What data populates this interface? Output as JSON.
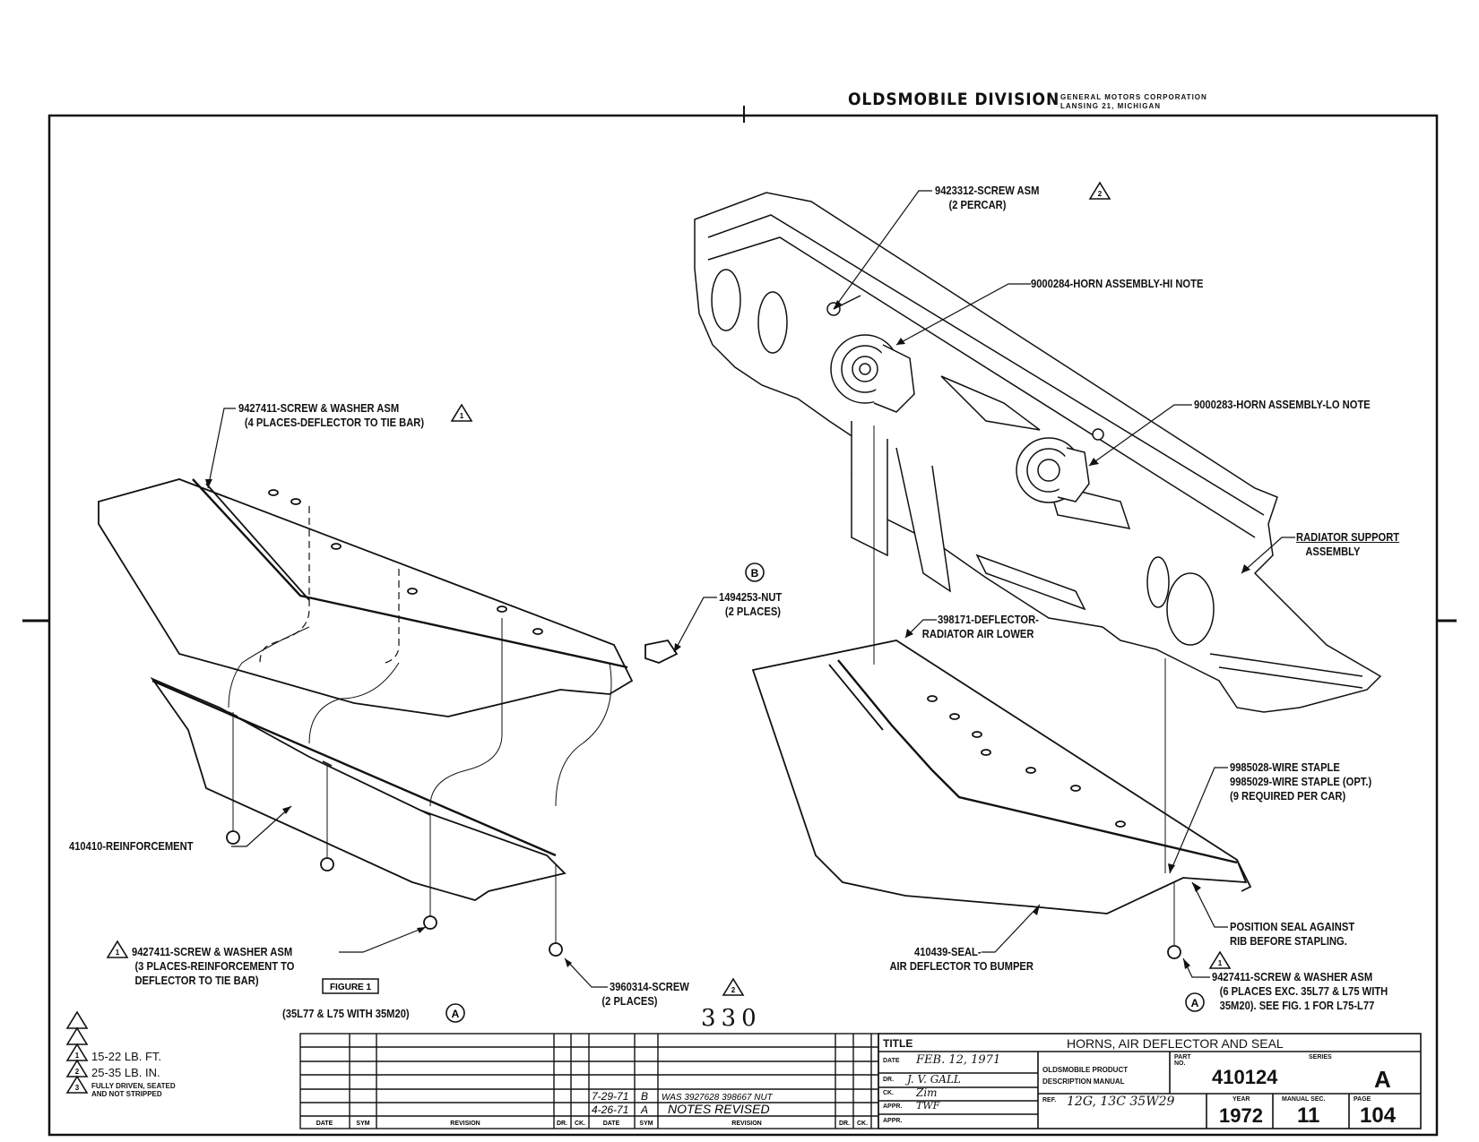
{
  "header": {
    "division": "OLDSMOBILE DIVISION",
    "corp_line1": "GENERAL MOTORS CORPORATION",
    "corp_line2": "LANSING 21, MICHIGAN"
  },
  "callouts": {
    "c1": {
      "line1": "9423312-SCREW ASM",
      "line2": "(2 PERCAR)"
    },
    "c2": {
      "line1": "9000284-HORN ASSEMBLY-HI NOTE"
    },
    "c3": {
      "line1": "9000283-HORN ASSEMBLY-LO NOTE"
    },
    "c4": {
      "line1": "RADIATOR SUPPORT",
      "line2": "ASSEMBLY"
    },
    "c5": {
      "line1": "398171-DEFLECTOR-",
      "line2": "RADIATOR AIR LOWER"
    },
    "c6": {
      "line1": "9985028-WIRE STAPLE",
      "line2": "9985029-WIRE STAPLE (OPT.)",
      "line3": "(9 REQUIRED PER CAR)"
    },
    "c7": {
      "line1": "POSITION SEAL AGAINST",
      "line2": "RIB BEFORE STAPLING."
    },
    "c8": {
      "line1": "410439-SEAL-",
      "line2": "AIR DEFLECTOR TO BUMPER"
    },
    "c9": {
      "line1": "9427411-SCREW & WASHER ASM",
      "line2": "(6 PLACES EXC. 35L77 & L75 WITH",
      "line3": "35M20). SEE FIG. 1 FOR L75-L77"
    },
    "c10": {
      "line1": "9427411-SCREW & WASHER ASM",
      "line2": "(4 PLACES-DEFLECTOR TO TIE BAR)"
    },
    "c11": {
      "line1": "1494253-NUT",
      "line2": "(2 PLACES)"
    },
    "c12": {
      "line1": "410410-REINFORCEMENT"
    },
    "c13": {
      "line1": "9427411-SCREW & WASHER ASM",
      "line2": "(3 PLACES-REINFORCEMENT TO",
      "line3": "DEFLECTOR TO TIE BAR)"
    },
    "c14": {
      "line1": "3960314-SCREW",
      "line2": "(2 PLACES)"
    }
  },
  "figure": {
    "label": "FIGURE 1",
    "note": "(35L77 & L75 WITH 35M20)"
  },
  "markers": {
    "a": "A",
    "b": "B",
    "n1": "1",
    "n2": "2"
  },
  "page_number_hand": "330",
  "legend": {
    "t1": "1",
    "t2": "2",
    "t3": "3",
    "l1": "15-22 LB. FT.",
    "l2": "25-35 LB. IN.",
    "l3a": "FULLY DRIVEN, SEATED",
    "l3b": "AND NOT STRIPPED"
  },
  "revision_table": {
    "headers": {
      "date": "DATE",
      "sym": "SYM",
      "revision": "REVISION",
      "dr": "DR.",
      "ck": "CK."
    },
    "rows": [
      {
        "date": "7-29-71",
        "sym": "B",
        "revision": "WAS 3927628 398667 NUT",
        "dr": "",
        "ck": ""
      },
      {
        "date": "4-26-71",
        "sym": "A",
        "revision": "NOTES REVISED",
        "dr": "",
        "ck": ""
      }
    ]
  },
  "title_block": {
    "title_label": "TITLE",
    "title": "HORNS, AIR DEFLECTOR AND SEAL",
    "date_label": "DATE",
    "date": "FEB. 12, 1971",
    "dr_label": "DR.",
    "dr": "J. V. GALL",
    "ck_label": "CK.",
    "ck": "Zim",
    "appr_label": "APPR.",
    "appr": "TWF",
    "appr2_label": "APPR.",
    "manual_line1": "OLDSMOBILE PRODUCT",
    "manual_line2": "DESCRIPTION MANUAL",
    "part_label": "PART NO.",
    "part_no": "410124",
    "series_label": "SERIES",
    "series": "A",
    "ref_label": "REF.",
    "ref": "12G, 13C  35W29",
    "year_label": "YEAR",
    "year": "1972",
    "sec_label": "MANUAL SEC.",
    "sec": "11",
    "page_label": "PAGE",
    "page": "104"
  }
}
